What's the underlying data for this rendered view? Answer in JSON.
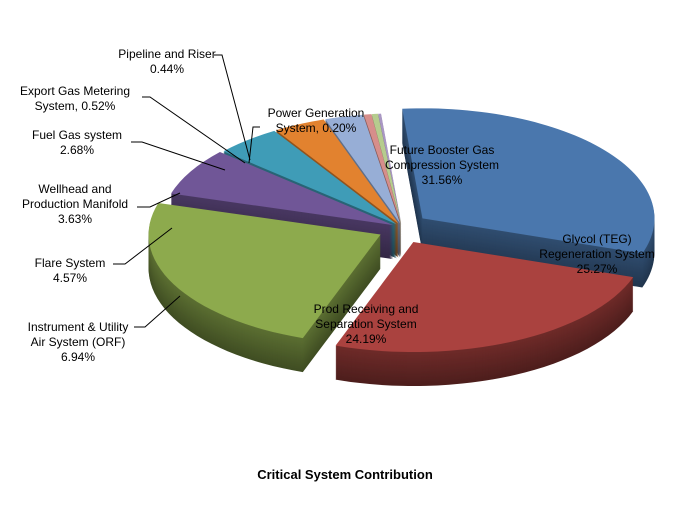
{
  "chart_data": {
    "type": "pie",
    "style": "3d-exploded",
    "title": "Critical System Contribution",
    "slices": [
      {
        "name": "Future Booster Gas Compression System",
        "value": 31.56,
        "color": "#4a77ad",
        "label_lines": [
          "Future Booster Gas",
          "Compression System",
          "31.56%"
        ]
      },
      {
        "name": "Glycol (TEG) Regeneration System",
        "value": 25.27,
        "color": "#aa423f",
        "label_lines": [
          "Glycol (TEG)",
          "Regeneration System",
          "25.27%"
        ]
      },
      {
        "name": "Prod Receiving and Separation System",
        "value": 24.19,
        "color": "#8daa4d",
        "label_lines": [
          "Prod Receiving and",
          "Separation System",
          "24.19%"
        ]
      },
      {
        "name": "Instrument & Utility Air System (ORF)",
        "value": 6.94,
        "color": "#705697",
        "label_lines": [
          "Instrument & Utility",
          "Air System (ORF)",
          "6.94%"
        ]
      },
      {
        "name": "Flare System",
        "value": 4.57,
        "color": "#3f9cb7",
        "label_lines": [
          "Flare System",
          "4.57%"
        ]
      },
      {
        "name": "Wellhead and Production Manifold",
        "value": 3.63,
        "color": "#e2822f",
        "label_lines": [
          "Wellhead and",
          "Production Manifold",
          "3.63%"
        ]
      },
      {
        "name": "Fuel Gas system",
        "value": 2.68,
        "color": "#97aed6",
        "label_lines": [
          "Fuel Gas system",
          "2.68%"
        ]
      },
      {
        "name": "Export Gas Metering System",
        "value": 0.52,
        "color": "#d68e8b",
        "label_lines": [
          "Export Gas Metering",
          "System, 0.52%"
        ]
      },
      {
        "name": "Pipeline and Riser",
        "value": 0.44,
        "color": "#b6cc8e",
        "label_lines": [
          "Pipeline and Riser",
          "0.44%"
        ]
      },
      {
        "name": "Power Generation System",
        "value": 0.2,
        "color": "#a997c3",
        "label_lines": [
          "Power Generation",
          "System, 0.20%"
        ]
      }
    ],
    "legend": "none"
  }
}
